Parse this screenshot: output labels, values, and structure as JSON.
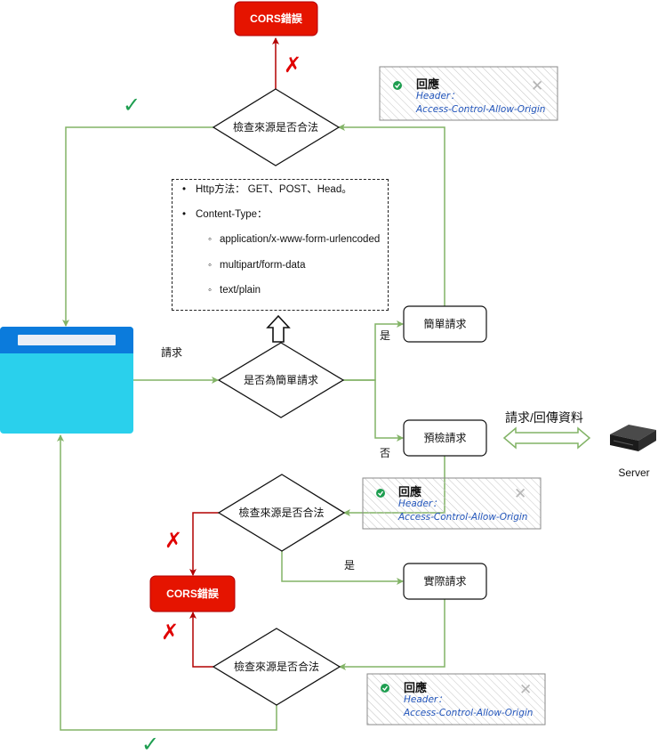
{
  "nodes": {
    "cors_error_label": "CORS錯誤",
    "check_origin_label": "檢查來源是否合法",
    "is_simple_label": "是否為簡單請求",
    "simple_request_label": "簡單請求",
    "preflight_label": "預檢請求",
    "actual_request_label": "實際請求"
  },
  "edges": {
    "request_label": "請求",
    "yes_label": "是",
    "no_label": "否",
    "exchange_label": "請求/回傳資料"
  },
  "response_note": {
    "title": "回應",
    "header_line": "Header：",
    "header_value": "Access-Control-Allow-Origin"
  },
  "server": {
    "label": "Server"
  },
  "conditions": {
    "method": "Http方法： GET、POST、Head。",
    "content_type": "Content-Type：",
    "types": [
      "application/x-www-form-urlencoded",
      "multipart/form-data",
      "text/plain"
    ]
  },
  "marks": {
    "cross": "✗",
    "check": "✓",
    "note_close": "✕"
  },
  "colors": {
    "green": "#82b366",
    "red": "#b20000",
    "error_fill": "#e51400",
    "check": "#1e9e50",
    "cross": "#e00000",
    "browser_fill": "#2ad0ec",
    "browser_top": "#0b7bdc",
    "link_blue": "#2255bb"
  }
}
